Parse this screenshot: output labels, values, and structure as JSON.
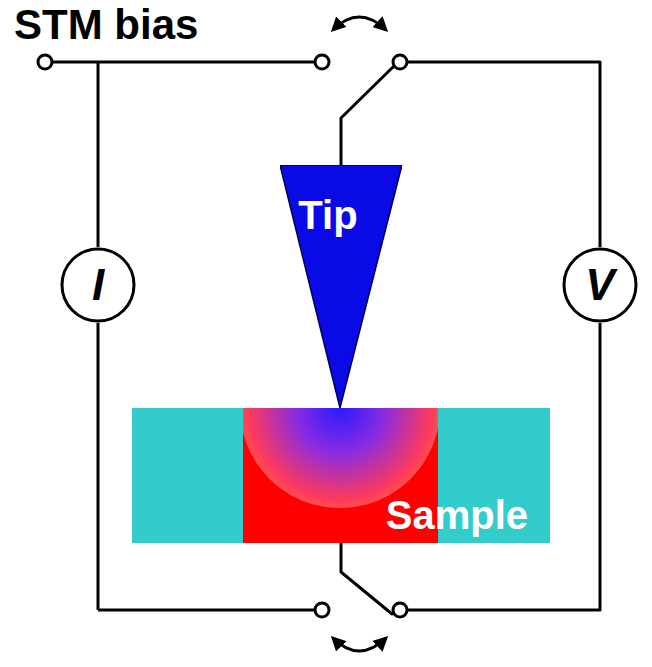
{
  "diagram": {
    "nodes": [
      {
        "text": [
          "Tip"
        ]
      },
      {
        "text": [
          "I"
        ]
      },
      {
        "text": [
          "V"
        ]
      },
      {
        "text": [
          "Sample"
        ]
      }
    ],
    "edges": [
      {
        "from": 0,
        "to": 2,
        "arrow": "none"
      },
      {
        "from": 3,
        "to": 2,
        "arrow": "none"
      }
    ],
    "labels": [
      "STM bias"
    ]
  }
}
